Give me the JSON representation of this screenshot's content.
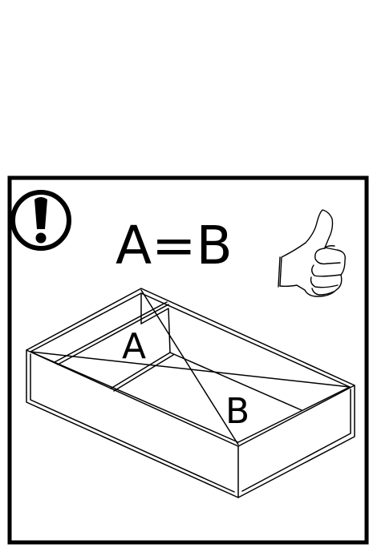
{
  "equation_text": "A=B",
  "label_a": "A",
  "label_b": "B",
  "icons": {
    "warning": "exclamation-circle-icon",
    "approval": "thumbs-up-icon"
  },
  "colors": {
    "ink": "#000000",
    "background": "#ffffff"
  }
}
